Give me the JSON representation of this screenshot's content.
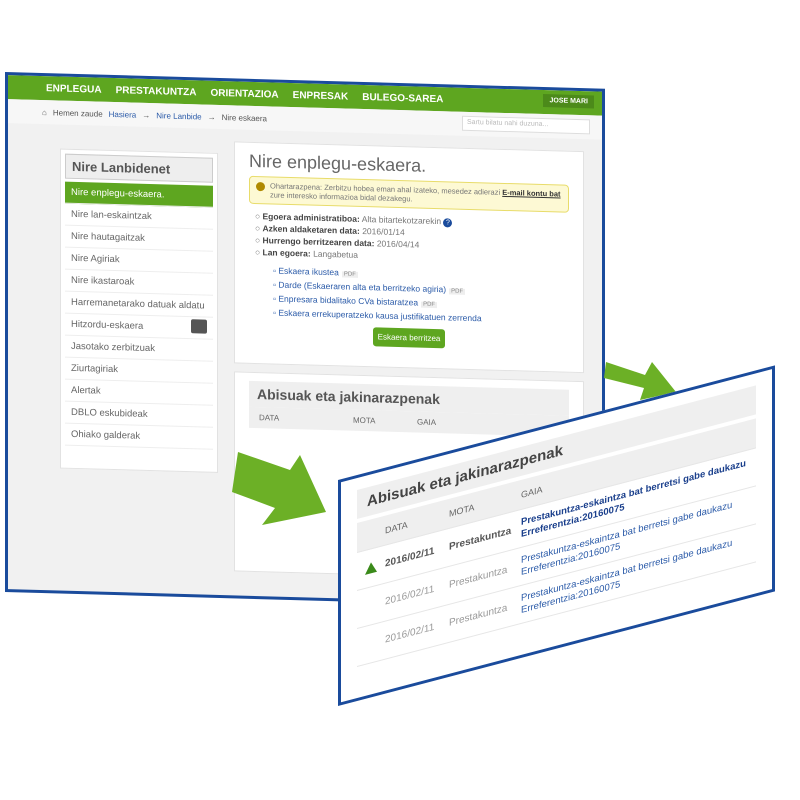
{
  "colors": {
    "brand_green": "#5ea620",
    "frame_blue": "#1a4b9c",
    "link": "#2a5aa8"
  },
  "nav": {
    "items": [
      "ENPLEGUA",
      "PRESTAKUNTZA",
      "ORIENTAZIOA",
      "ENPRESAK",
      "BULEGO-SAREA"
    ],
    "user": "JOSE MARI"
  },
  "breadcrumb": {
    "label": "Hemen zaude",
    "items": [
      "Hasiera",
      "Nire Lanbide",
      "Nire eskaera"
    ]
  },
  "search": {
    "placeholder": "Sartu bilatu nahi duzuna..."
  },
  "sidebar": {
    "title": "Nire Lanbidenet",
    "items": [
      "Nire enplegu-eskaera.",
      "Nire lan-eskaintzak",
      "Nire hautagaitzak",
      "Nire Agiriak",
      "Nire ikastaroak",
      "Harremanetarako datuak aldatu",
      "Hitzordu-eskaera",
      "Jasotako zerbitzuak",
      "Ziurtagiriak",
      "Alertak",
      "DBLO eskubideak",
      "Ohiako galderak"
    ]
  },
  "main": {
    "title": "Nire enplegu-eskaera.",
    "warning_pre": "Ohartarazpena: Zerbitzu hobea eman ahal izateko, mesedez adierazi ",
    "warning_link": "E-mail kontu bat",
    "warning_post": " zure interesko informazioa bidal dezakegu.",
    "info": [
      {
        "label": "Egoera administratiboa:",
        "value": "Alta bitartekotzarekin"
      },
      {
        "label": "Azken aldaketaren data:",
        "value": "2016/01/14"
      },
      {
        "label": "Hurrengo berritzearen data:",
        "value": "2016/04/14"
      },
      {
        "label": "Lan egoera:",
        "value": "Langabetua"
      }
    ],
    "links": [
      {
        "text": "Eskaera ikustea",
        "pdf": "PDF"
      },
      {
        "text": "Darde (Eskaeraren alta eta berritzeko agiria)",
        "pdf": "PDF"
      },
      {
        "text": "Enpresara bidalitako CVa bistaratzea",
        "pdf": "PDF"
      },
      {
        "text": "Eskaera errekuperatzeko kausa justifikatuen zerrenda",
        "pdf": ""
      }
    ],
    "button": "Eskaera berritzea"
  },
  "notices": {
    "title": "Abisuak eta jakinarazpenak",
    "headers": [
      "DATA",
      "MOTA",
      "GAIA"
    ],
    "rows": [
      {
        "date": "2016/02/11",
        "type": "Prestakuntza",
        "subject": "Prestakuntza-eskaintza bat berretsi gabe daukazu Erreferentzia:20160075",
        "unread": true
      },
      {
        "date": "2016/02/11",
        "type": "Prestakuntza",
        "subject": "Prestakuntza-eskaintza bat berretsi gabe daukazu Erreferentzia:20160075",
        "unread": false
      },
      {
        "date": "2016/02/11",
        "type": "Prestakuntza",
        "subject": "Prestakuntza-eskaintza bat berretsi gabe daukazu Erreferentzia:20160075",
        "unread": false
      }
    ]
  }
}
